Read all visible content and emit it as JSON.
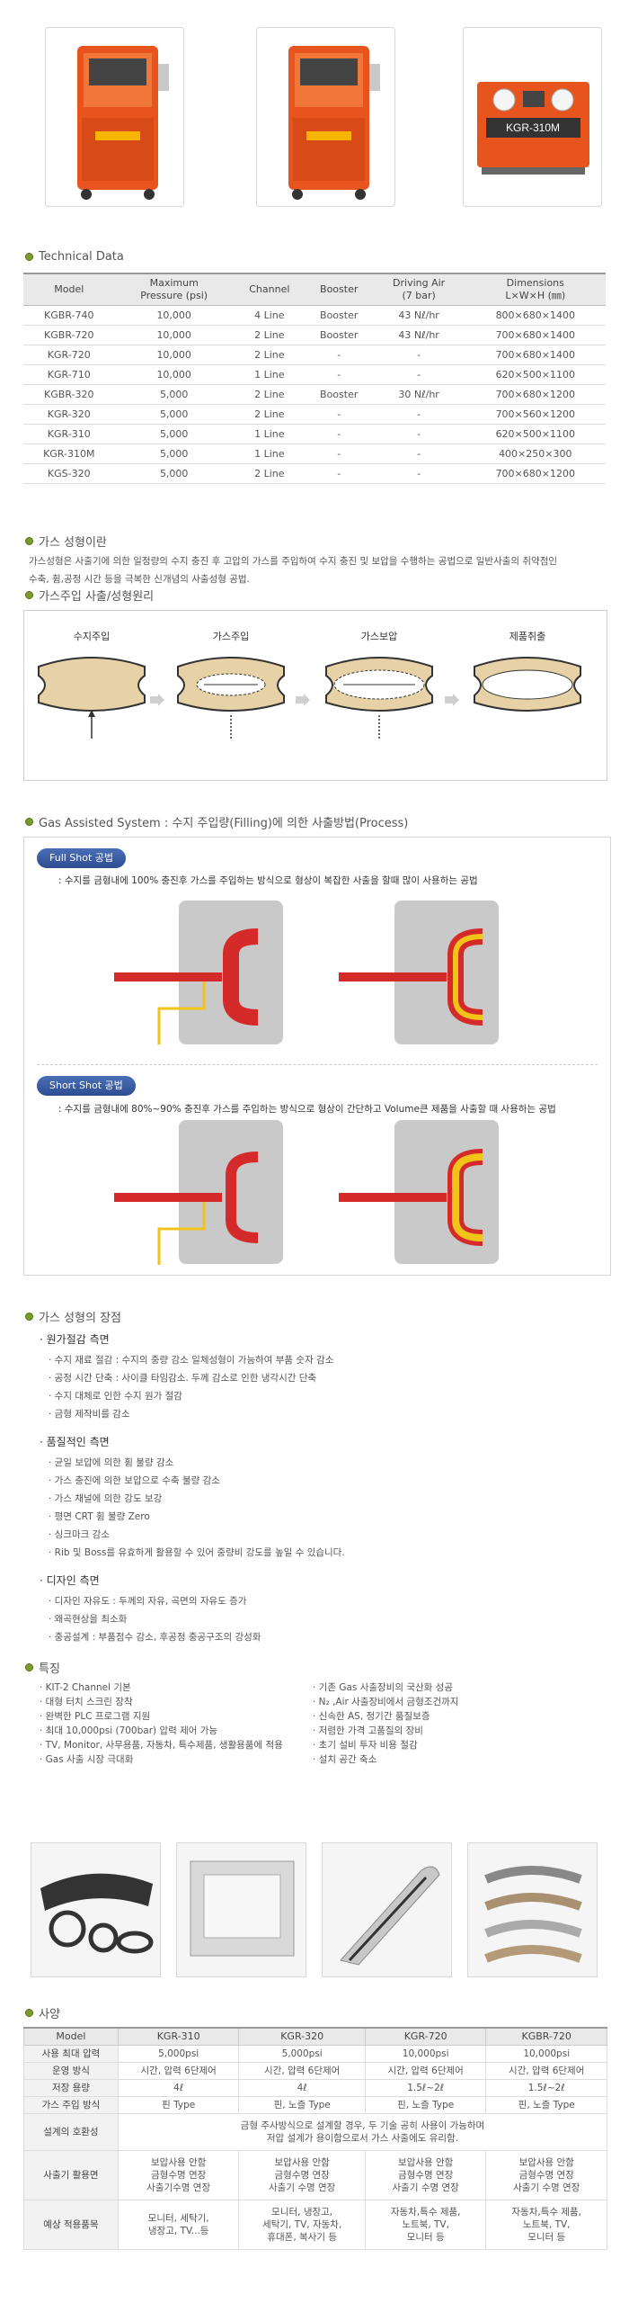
{
  "products": [
    {
      "name": "kgr-740 machine"
    },
    {
      "name": "kgr-320 machine"
    },
    {
      "name": "KGR-310M",
      "label": "KGR-310M"
    }
  ],
  "tech": {
    "title": "Technical Data",
    "headers": [
      "Model",
      "Maximum\nPressure (psi)",
      "Channel",
      "Booster",
      "Driving Air\n(7 bar)",
      "Dimensions\nL×W×H (㎜)"
    ],
    "rows": [
      [
        "KGBR-740",
        "10,000",
        "4 Line",
        "Booster",
        "43 Nℓ/hr",
        "800×680×1400"
      ],
      [
        "KGBR-720",
        "10,000",
        "2 Line",
        "Booster",
        "43 Nℓ/hr",
        "700×680×1400"
      ],
      [
        "KGR-720",
        "10,000",
        "2 Line",
        "-",
        "-",
        "700×680×1400"
      ],
      [
        "KGR-710",
        "10,000",
        "1 Line",
        "-",
        "-",
        "620×500×1100"
      ],
      [
        "KGBR-320",
        "5,000",
        "2 Line",
        "Booster",
        "30 Nℓ/hr",
        "700×680×1200"
      ],
      [
        "KGR-320",
        "5,000",
        "2 Line",
        "-",
        "-",
        "700×560×1200"
      ],
      [
        "KGR-310",
        "5,000",
        "1 Line",
        "-",
        "-",
        "620×500×1100"
      ],
      [
        "KGR-310M",
        "5,000",
        "1 Line",
        "-",
        "-",
        "400×250×300"
      ],
      [
        "KGS-320",
        "5,000",
        "2 Line",
        "-",
        "-",
        "700×680×1200"
      ]
    ]
  },
  "gas_forming": {
    "title": "가스 성형이란",
    "text1": "가스성형은 사출기에 의한 일정량의 수지 충진 후 고압의 가스를 주입하여 수지 충진 및 보압을 수행하는 공법으로 일반사출의 취약점인",
    "text2": "수축, 휨,공정 시간 등을 극복한 신개념의 사출성형 공법."
  },
  "principle": {
    "title": "가스주입 사출/성형원리",
    "stages": [
      "수지주입",
      "가스주입",
      "가스보압",
      "제품취출"
    ]
  },
  "process": {
    "title": "Gas Assisted System : 수지 주입량(Filling)에 의한 사출방법(Process)",
    "full_label": "Full Shot 공법",
    "full_desc": ": 수지를 금형내에 100% 충진후 가스를 주입하는 방식으로 형상이 복잡한 사출을 할때 많이 사용하는 공법",
    "short_label": "Short Shot 공법",
    "short_desc": ": 수지를 금형내에 80%~90% 충진후 가스를 주입하는 방식으로 형상이 간단하고 Volume큰 제품을 사출할 때 사용하는 공법"
  },
  "advantages": {
    "title": "가스 성형의 장점",
    "groups": [
      {
        "head": "원가절감 측면",
        "items": [
          "· 수지 재료 절감 : 수지의 중량 감소 일체성형이 가능하여 부품 숫자 감소",
          "· 공정 시간 단축 : 사이클 타임감소. 두께 감소로 인한 냉각시간 단축",
          "· 수지 대체로 인한 수지 원가 절감",
          "· 금형 제작비를 감소"
        ]
      },
      {
        "head": "품질적인 측면",
        "items": [
          "· 균일 보압에 의한 휨 불량 감소",
          "· 가스 충진에 의한 보압으로 수축 불량 감소",
          "· 가스 채널에 의한 강도 보강",
          "· 평면 CRT 휨 불량 Zero",
          "· 싱크마크 감소",
          "· Rib 및 Boss를 유효하게 활용할 수 있어 중량비 강도를 높일 수 있습니다."
        ]
      },
      {
        "head": "디자인 측면",
        "items": [
          "· 디자인 자유도 : 두께의 자유, 곡면의 자유도 증가",
          "· 왜곡현상을 최소화",
          "· 중공설계 : 부품점수 감소, 후공정 중공구조의 강성화"
        ]
      }
    ]
  },
  "features": {
    "title": "특징",
    "left": [
      "KIT-2 Channel 기본",
      "대형 터치 스크린 장착",
      "완벽한 PLC 프로그램 지원",
      "최대 10,000psi (700bar) 압력 제어 가능",
      "TV, Monitor, 사무용품, 자동차, 특수제품, 생활용품에 적용",
      "Gas 사출 시장 극대화"
    ],
    "right": [
      "기존 Gas 사출장비의 국산화 성공",
      "N₂ ,Air 사출장비에서 금형조건까지",
      "신속한 AS, 정기간 품질보증",
      "저렴한 가격 고품질의 장비",
      "초기 설비 투자 비용 절감",
      "설치 공간 축소"
    ]
  },
  "spec": {
    "title": "사양",
    "headers": [
      "Model",
      "KGR-310",
      "KGR-320",
      "KGR-720",
      "KGBR-720"
    ],
    "rows": [
      {
        "label": "사용 최대 압력",
        "cells": [
          "5,000psi",
          "5,000psi",
          "10,000psi",
          "10,000psi"
        ]
      },
      {
        "label": "운영 방식",
        "cells": [
          "시간, 압력 6단제어",
          "시간, 압력 6단제어",
          "시간, 압력 6단제어",
          "시간, 압력 6단제어"
        ]
      },
      {
        "label": "저장 용량",
        "cells": [
          "4ℓ",
          "4ℓ",
          "1.5ℓ~2ℓ",
          "1.5ℓ~2ℓ"
        ]
      },
      {
        "label": "가스 주입 방식",
        "cells": [
          "핀 Type",
          "핀, 노즐 Type",
          "핀, 노즐 Type",
          "핀, 노즐 Type"
        ]
      }
    ],
    "compat_label": "설계의 호환성",
    "compat_text": "금형 주사방식으로 설계할 경우, 두 기술 공히 사용이 가능하며\n저압 설계가 용이함으로서 가스 사출에도 유리함.",
    "usage_label": "사출기 활용면",
    "usage_cells": [
      "보압사용 안함\n금형수명 연장\n사출기수명 연장",
      "보압사용 안함\n금형수명 연장\n사출기 수명 연장",
      "보압사용 안함\n금형수명 연장\n사출기 수명 연장",
      "보압사용 안함\n금형수명 연장\n사출기 수명 연장"
    ],
    "app_label": "예상 적용품목",
    "app_cells": [
      "모니터, 세탁기,\n냉장고, TV...등",
      "모니터, 냉장고,\n세탁기, TV, 자동차,\n휴대폰, 복사기 등",
      "자동차,특수 제품,\n노트북, TV,\n모니터 등",
      "자동차,특수 제품,\n노트북, TV,\n모니터 등"
    ]
  },
  "colors": {
    "accent_green": "#7a9a2a",
    "machine_orange": "#e8541e",
    "blue_label": "#3a5ea8",
    "resin_red": "#d42a2a",
    "gas_yellow": "#f2c318"
  }
}
